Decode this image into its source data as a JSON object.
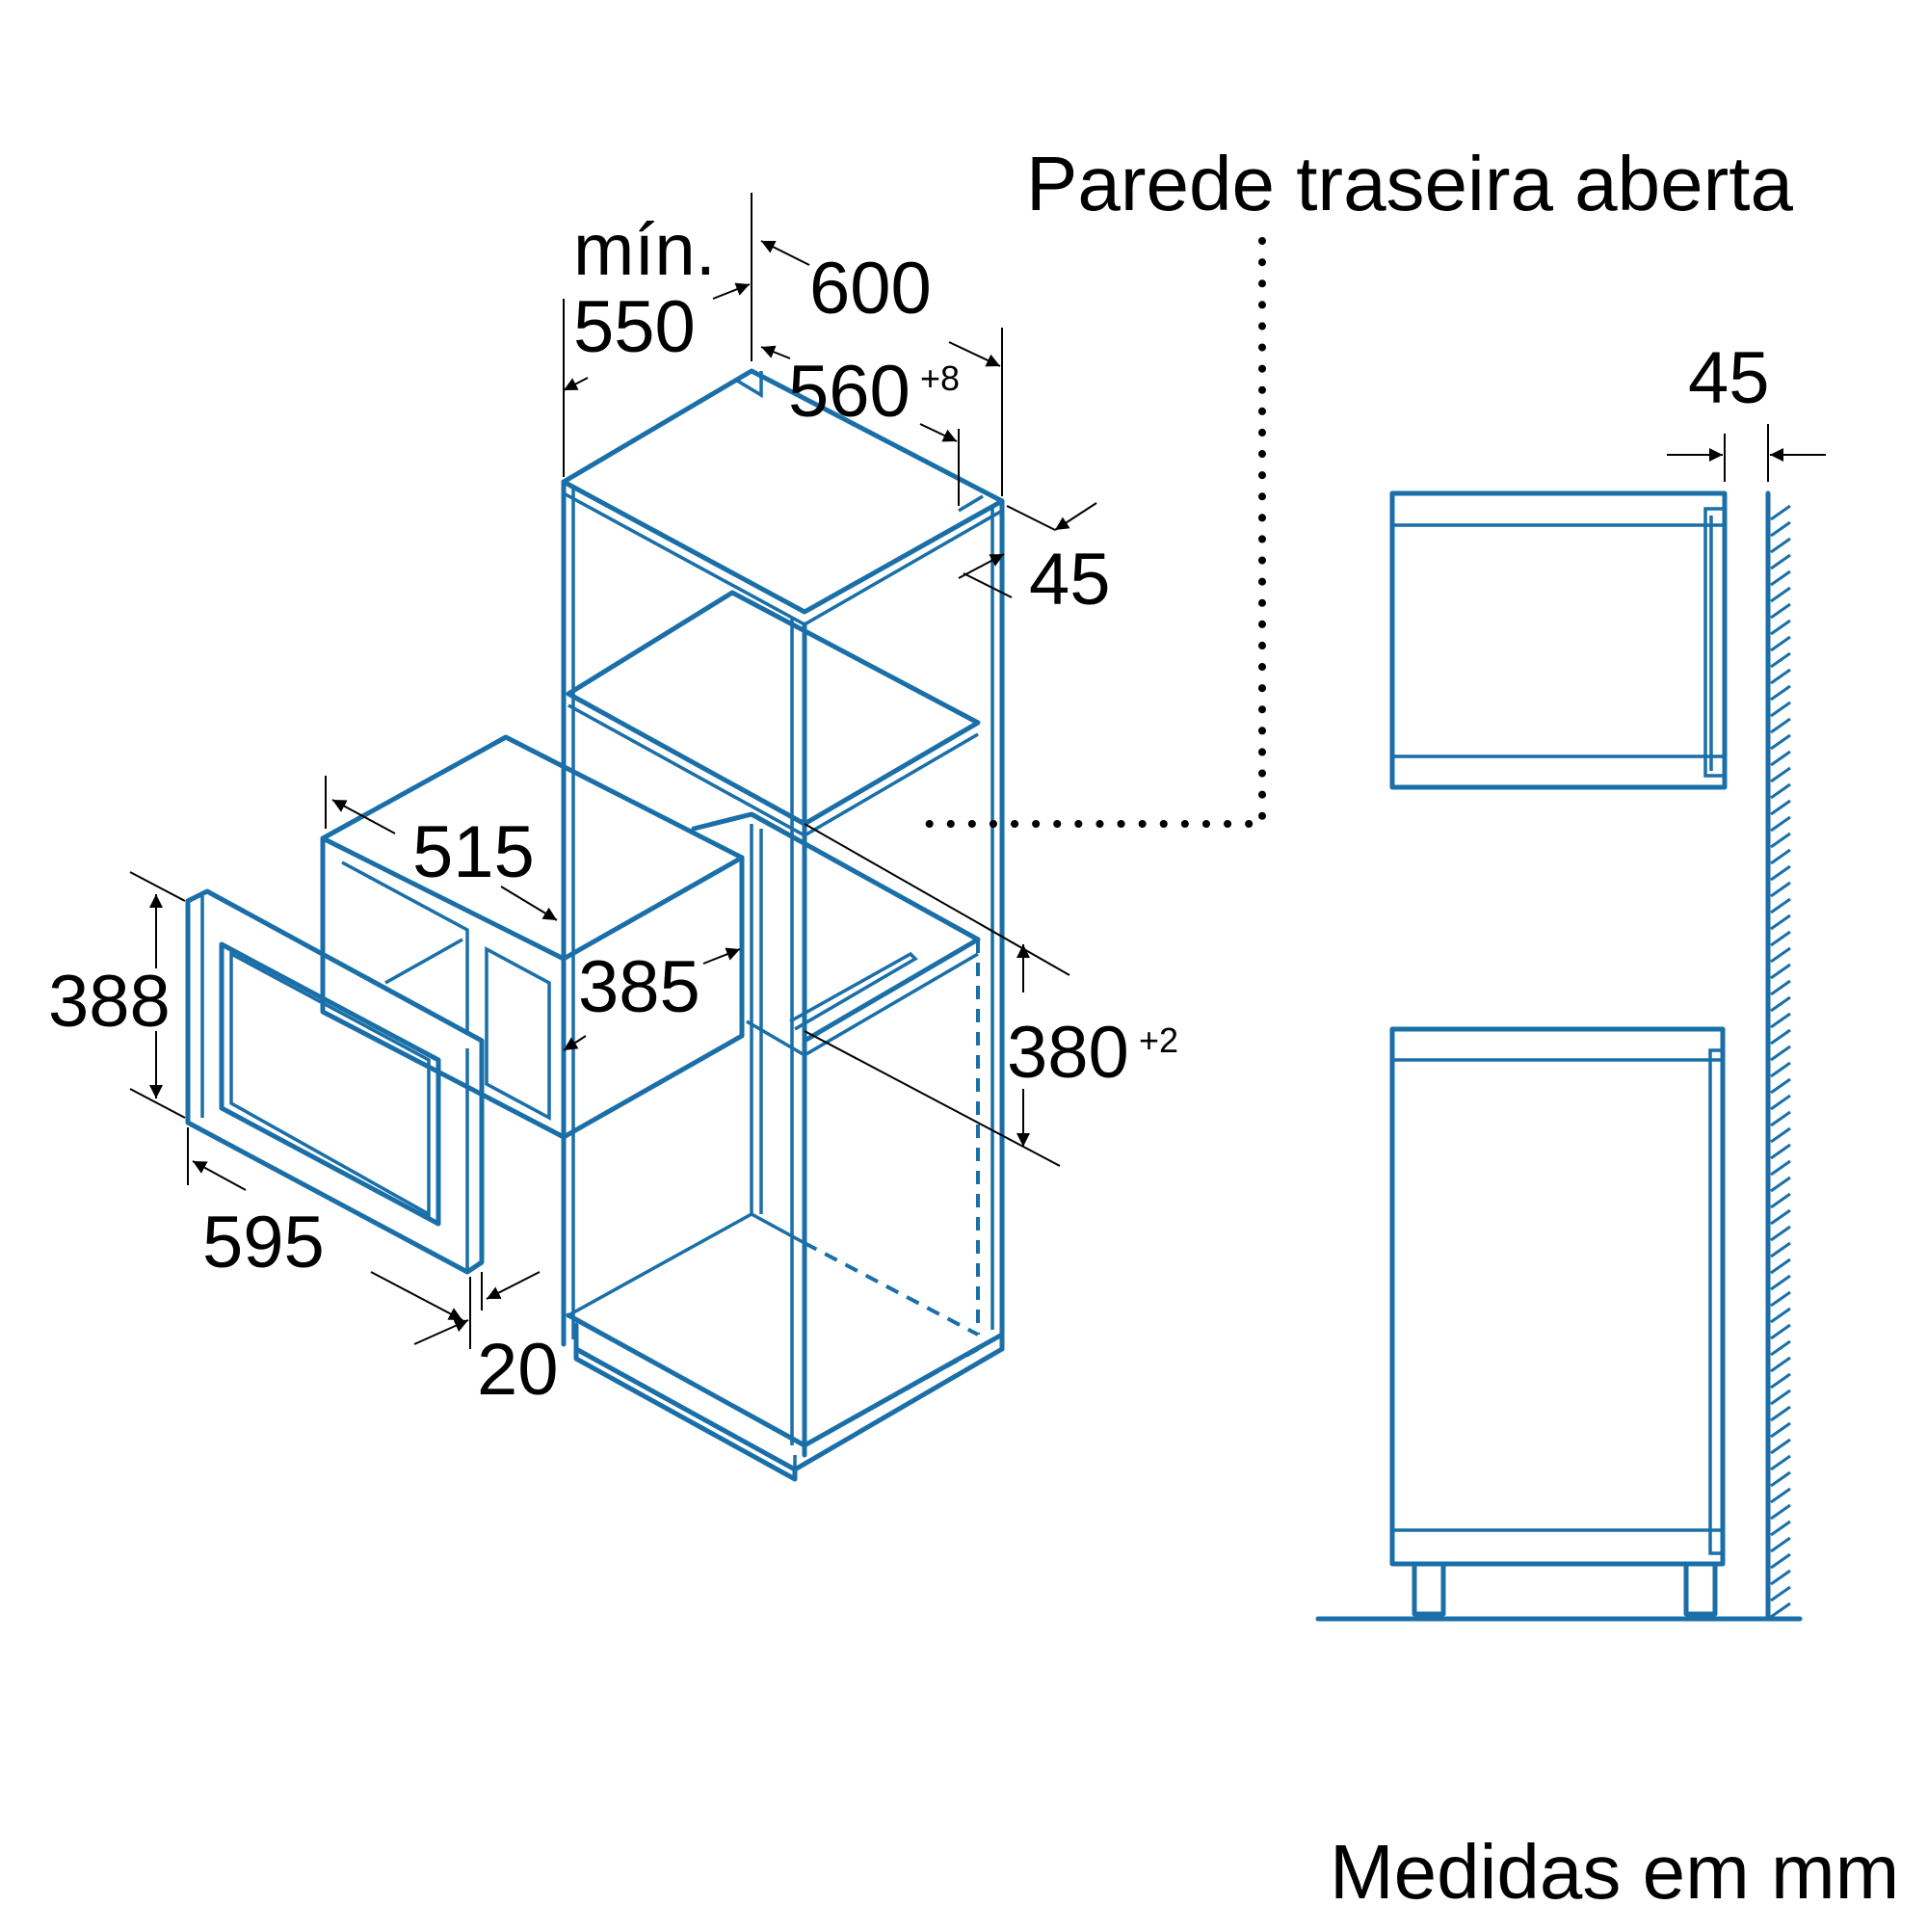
{
  "labels": {
    "rear_wall": "Parede traseira aberta",
    "min": "mín.",
    "d600": "600",
    "d550": "550",
    "d560": "560",
    "d560_tol": "+8",
    "d45_top": "45",
    "d515": "515",
    "d388": "388",
    "d385": "385",
    "d380": "380",
    "d380_tol": "+2",
    "d595": "595",
    "d20": "20",
    "d45_side": "45",
    "units": "Medidas em mm"
  },
  "colors": {
    "line_blue": "#1a6fa8",
    "dimension_black": "#000000",
    "background": "#ffffff"
  }
}
